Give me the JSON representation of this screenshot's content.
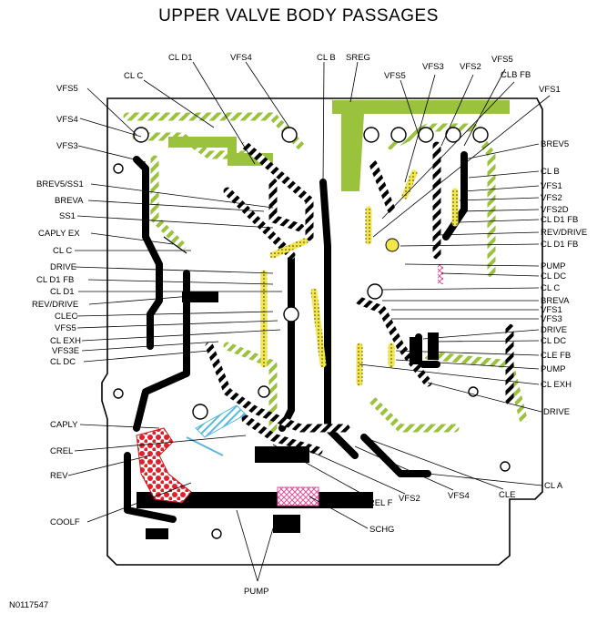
{
  "title": "UPPER VALVE BODY PASSAGES",
  "reference": "N0117547",
  "colors": {
    "green": "#9bc23c",
    "yellow": "#f2e64a",
    "red": "#e0202a",
    "magenta": "#e24f9c",
    "cyan": "#57b9dd",
    "black": "#000000"
  },
  "labels": {
    "top": [
      "CL D1",
      "VFS4",
      "CL B",
      "SREG",
      "CL C",
      "VFS3",
      "VFS5",
      "VFS2",
      "VFS5",
      "CLB FB",
      "VFS1"
    ],
    "left": [
      "VFS5",
      "VFS4",
      "VFS3",
      "BREV5/SS1",
      "BREVA",
      "SS1",
      "CAPLY EX",
      "CL C",
      "DRIVE",
      "CL D1 FB",
      "CL D1",
      "REV/DRIVE",
      "CLEC",
      "VFS5",
      "CL EXH",
      "VFS3E",
      "CL DC",
      "CAPLY",
      "CREL",
      "REV",
      "COOLF"
    ],
    "right": [
      "BREV5",
      "CL B",
      "VFS1",
      "VFS2",
      "VFS2D",
      "CL D1 FB",
      "REV/DRIVE",
      "CL D1 FB",
      "PUMP",
      "CL DC",
      "CL C",
      "BREVA",
      "VFS1",
      "VFS3",
      "DRIVE",
      "CL DC",
      "CLE FB",
      "PUMP",
      "CL EXH",
      "DRIVE"
    ],
    "bottom": [
      "CL A",
      "CLE",
      "VFS4",
      "VFS2",
      "CREL F",
      "SCHG",
      "PUMP"
    ]
  }
}
